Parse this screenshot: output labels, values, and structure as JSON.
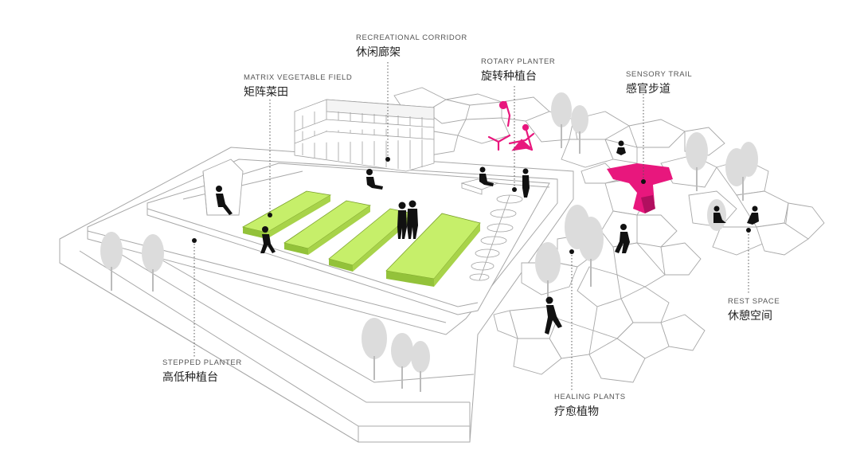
{
  "labels": {
    "recreational_corridor": {
      "en": "RECREATIONAL CORRIDOR",
      "zh": "休闲廊架"
    },
    "matrix_vegetable_field": {
      "en": "MATRIX VEGETABLE FIELD",
      "zh": "矩阵菜田"
    },
    "rotary_planter": {
      "en": "ROTARY PLANTER",
      "zh": "旋转种植台"
    },
    "sensory_trail": {
      "en": "SENSORY TRAIL",
      "zh": "感官步道"
    },
    "rest_space": {
      "en": "REST SPACE",
      "zh": "休憩空间"
    },
    "stepped_planter": {
      "en": "STEPPED PLANTER",
      "zh": "高低种植台"
    },
    "healing_plants": {
      "en": "HEALING PLANTS",
      "zh": "疗愈植物"
    }
  },
  "colors": {
    "field_green": "#c6ef6a",
    "field_green_side": "#93c23a",
    "accent_magenta": "#e8177d",
    "tree_gray": "#dcdcdc",
    "line_gray": "#9a9a9a",
    "figure_black": "#111111"
  }
}
